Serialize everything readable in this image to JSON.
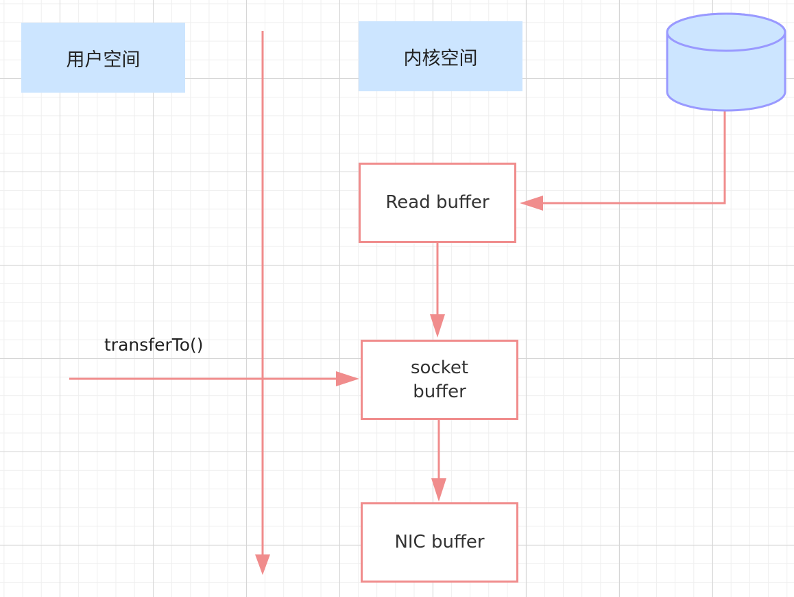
{
  "regions": {
    "user_space": "用户空间",
    "kernel_space": "内核空间"
  },
  "nodes": {
    "read_buffer": "Read buffer",
    "socket_buffer_line1": "socket",
    "socket_buffer_line2": "buffer",
    "nic_buffer": "NIC buffer"
  },
  "calls": {
    "transfer_to": "transferTo()"
  },
  "icons": {
    "storage": "database-cylinder-icon"
  },
  "colors": {
    "arrow": "#f08c8c",
    "region_fill": "#cce5ff",
    "disk_fill": "#cce5ff",
    "disk_stroke": "#9999ff"
  }
}
